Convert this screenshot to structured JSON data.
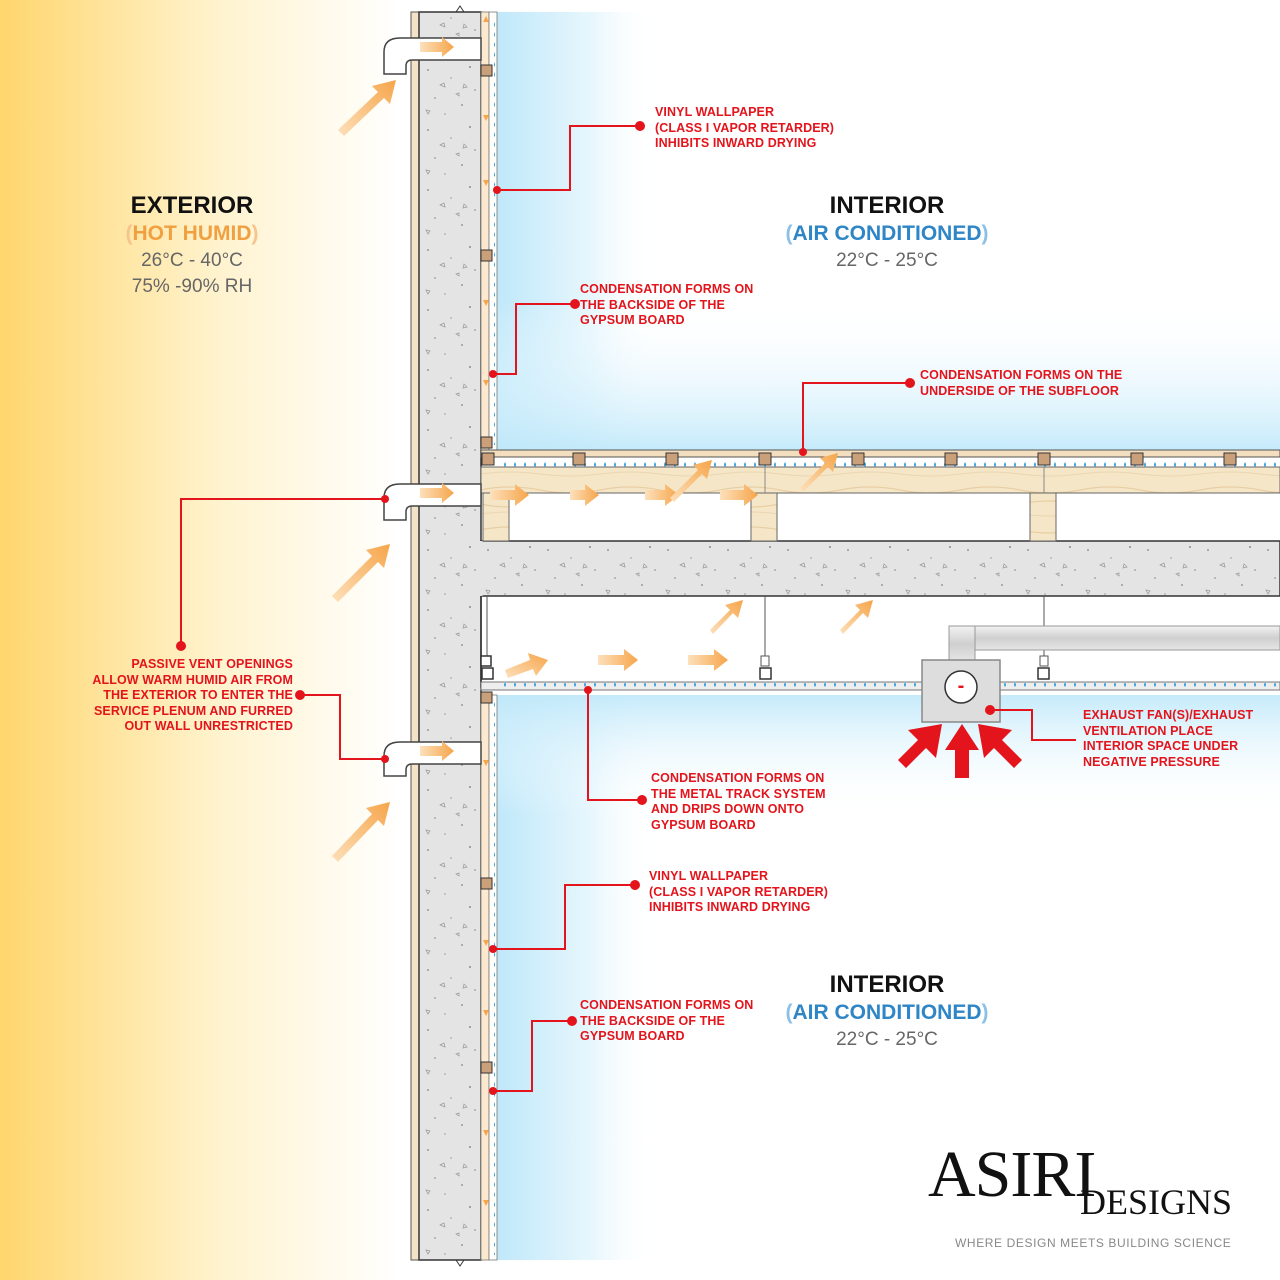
{
  "exterior": {
    "title": "EXTERIOR",
    "paren_open": "(",
    "condition": "HOT HUMID",
    "paren_close": ")",
    "temperature": "26°C - 40°C",
    "humidity": "75% -90% RH"
  },
  "interior_upper": {
    "title": "INTERIOR",
    "paren_open": "(",
    "condition": "AIR CONDITIONED",
    "paren_close": ")",
    "temperature": "22°C - 25°C"
  },
  "interior_lower": {
    "title": "INTERIOR",
    "paren_open": "(",
    "condition": "AIR CONDITIONED",
    "paren_close": ")",
    "temperature": "22°C - 25°C"
  },
  "callouts": {
    "vinyl_upper": "VINYL WALLPAPER\n(CLASS I VAPOR RETARDER)\nINHIBITS INWARD DRYING",
    "gypsum_upper": "CONDENSATION FORMS ON\nTHE BACKSIDE OF THE\nGYPSUM BOARD",
    "subfloor": "CONDENSATION FORMS ON THE\nUNDERSIDE OF THE SUBFLOOR",
    "passive_vents": "PASSIVE VENT OPENINGS\nALLOW WARM HUMID AIR FROM\nTHE EXTERIOR TO ENTER THE\nSERVICE PLENUM AND FURRED\nOUT WALL UNRESTRICTED",
    "metal_track": "CONDENSATION FORMS ON\nTHE METAL TRACK SYSTEM\nAND DRIPS DOWN ONTO\nGYPSUM BOARD",
    "exhaust_fan": "EXHAUST FAN(S)/EXHAUST\nVENTILATION PLACE\nINTERIOR SPACE UNDER\nNEGATIVE PRESSURE",
    "vinyl_lower": "VINYL WALLPAPER\n(CLASS I VAPOR RETARDER)\nINHIBITS INWARD DRYING",
    "gypsum_lower": "CONDENSATION FORMS ON\nTHE BACKSIDE OF THE\nGYPSUM BOARD"
  },
  "fan": {
    "symbol": "-"
  },
  "logo": {
    "name": "ASIRI",
    "suffix": "DESIGNS",
    "tagline": "WHERE DESIGN MEETS BUILDING SCIENCE"
  },
  "colors": {
    "exterior_warm": "#ffd66e",
    "interior_cool": "#bfe8fa",
    "concrete": "#e3e3e3",
    "callout_red": "#e3141b",
    "air_arrow": "#f6a54a",
    "condensation": "#3aa3e0",
    "hot_label": "#f0a040",
    "cool_label": "#2f86c6"
  }
}
